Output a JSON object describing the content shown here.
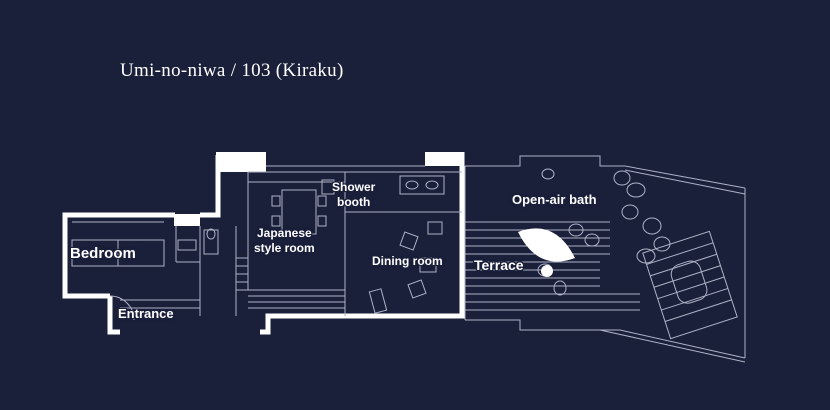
{
  "title": "Umi-no-niwa / 103 (Kiraku)",
  "rooms": {
    "bedroom": "Bedroom",
    "entrance": "Entrance",
    "japanese_style_room": "Japanese\nstyle room",
    "shower_booth": "Shower\nbooth",
    "dining_room": "Dining room",
    "terrace": "Terrace",
    "open_air_bath": "Open-air bath"
  },
  "colors": {
    "background": "#1a1f3a",
    "wall": "#ffffff",
    "line": "#aeb3c6"
  }
}
